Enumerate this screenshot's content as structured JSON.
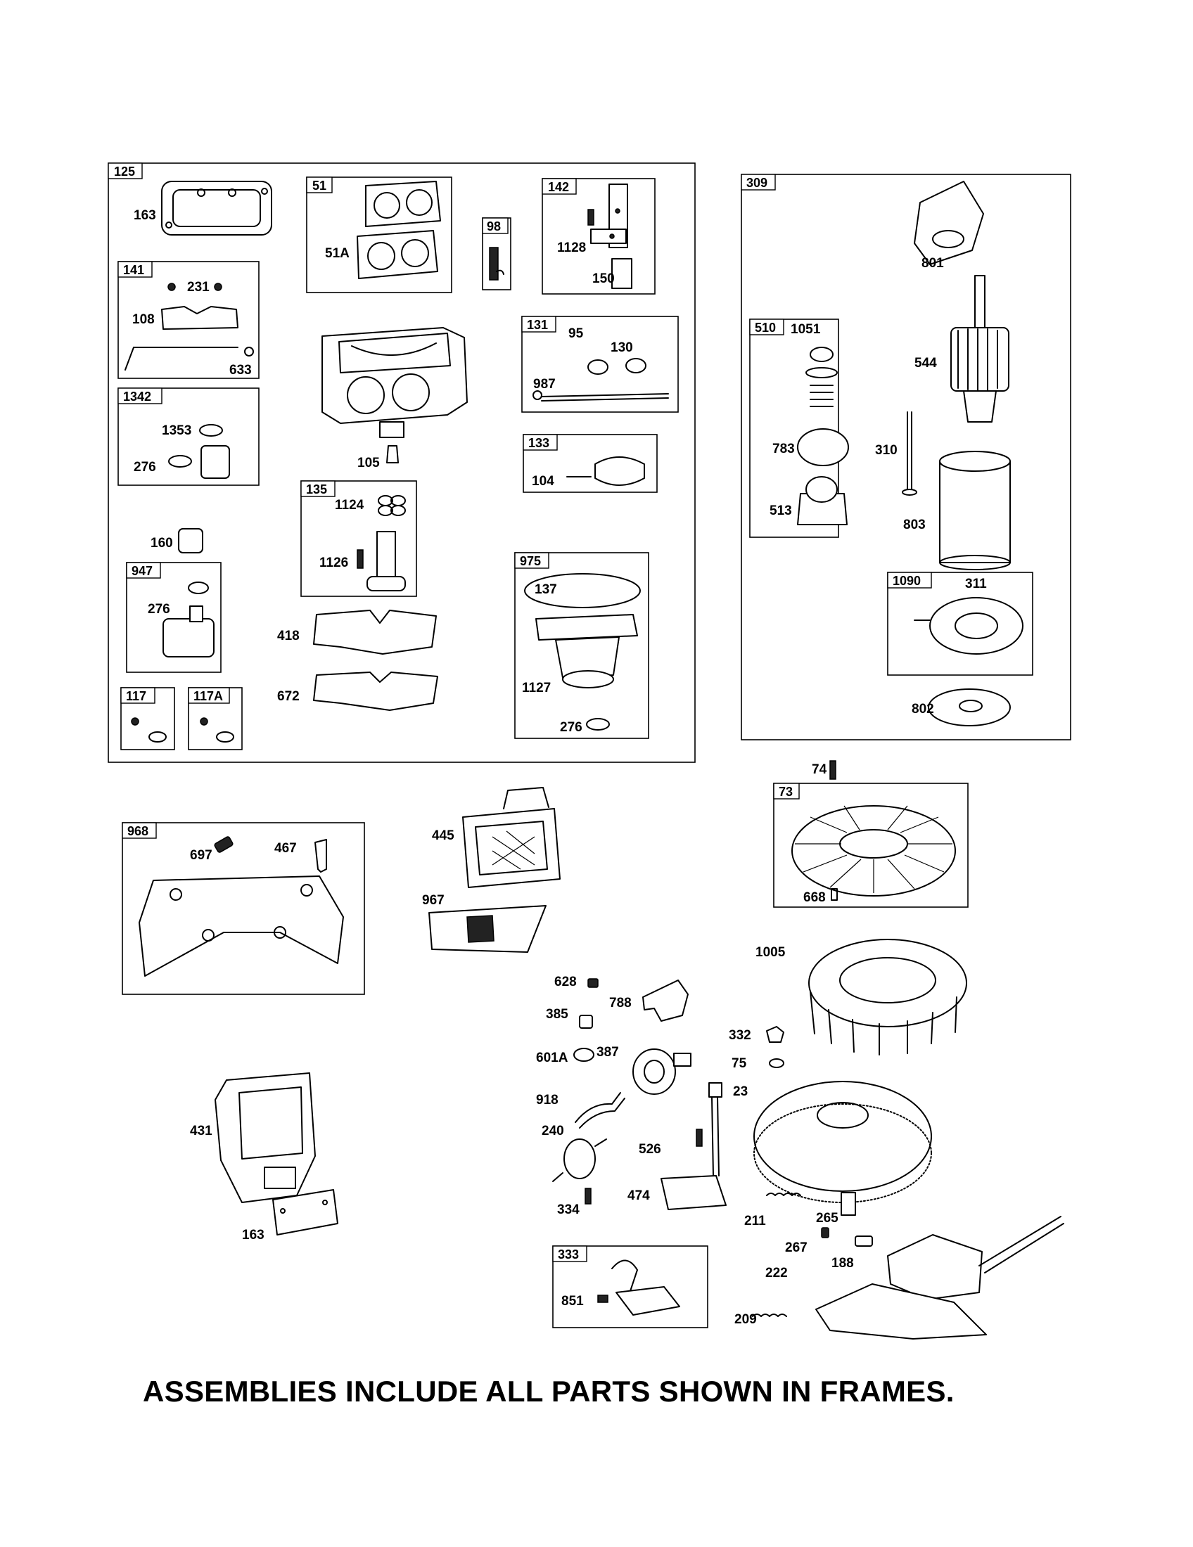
{
  "frames": {
    "f125": "125",
    "f51": "51",
    "f98": "98",
    "f142": "142",
    "f141": "141",
    "f131": "131",
    "f1342": "1342",
    "f133": "133",
    "f135": "135",
    "f975": "975",
    "f947": "947",
    "f117": "117",
    "f117a": "117A",
    "f309": "309",
    "f510": "510",
    "f1090": "1090",
    "f73": "73",
    "f968": "968",
    "f333": "333"
  },
  "labels": {
    "l163a": "163",
    "l51a": "51A",
    "l1128": "1128",
    "l150": "150",
    "l231": "231",
    "l108": "108",
    "l633": "633",
    "l95": "95",
    "l130": "130",
    "l987": "987",
    "l1353": "1353",
    "l276a": "276",
    "l105": "105",
    "l104": "104",
    "l1124": "1124",
    "l1126": "1126",
    "l160": "160",
    "l276b": "276",
    "l137": "137",
    "l418": "418",
    "l672": "672",
    "l1127": "1127",
    "l276c": "276",
    "l801": "801",
    "l1051": "1051",
    "l544": "544",
    "l310": "310",
    "l783": "783",
    "l513": "513",
    "l803": "803",
    "l311": "311",
    "l802": "802",
    "l74": "74",
    "l668": "668",
    "l697": "697",
    "l467": "467",
    "l445": "445",
    "l967": "967",
    "l1005": "1005",
    "l628": "628",
    "l788": "788",
    "l385": "385",
    "l332": "332",
    "l75": "75",
    "l601a": "601A",
    "l387": "387",
    "l23": "23",
    "l918": "918",
    "l240": "240",
    "l526": "526",
    "l431": "431",
    "l474": "474",
    "l334": "334",
    "l211": "211",
    "l265": "265",
    "l267": "267",
    "l188": "188",
    "l222": "222",
    "l163b": "163",
    "l851": "851",
    "l209": "209"
  },
  "footer": "ASSEMBLIES INCLUDE ALL PARTS SHOWN IN FRAMES."
}
